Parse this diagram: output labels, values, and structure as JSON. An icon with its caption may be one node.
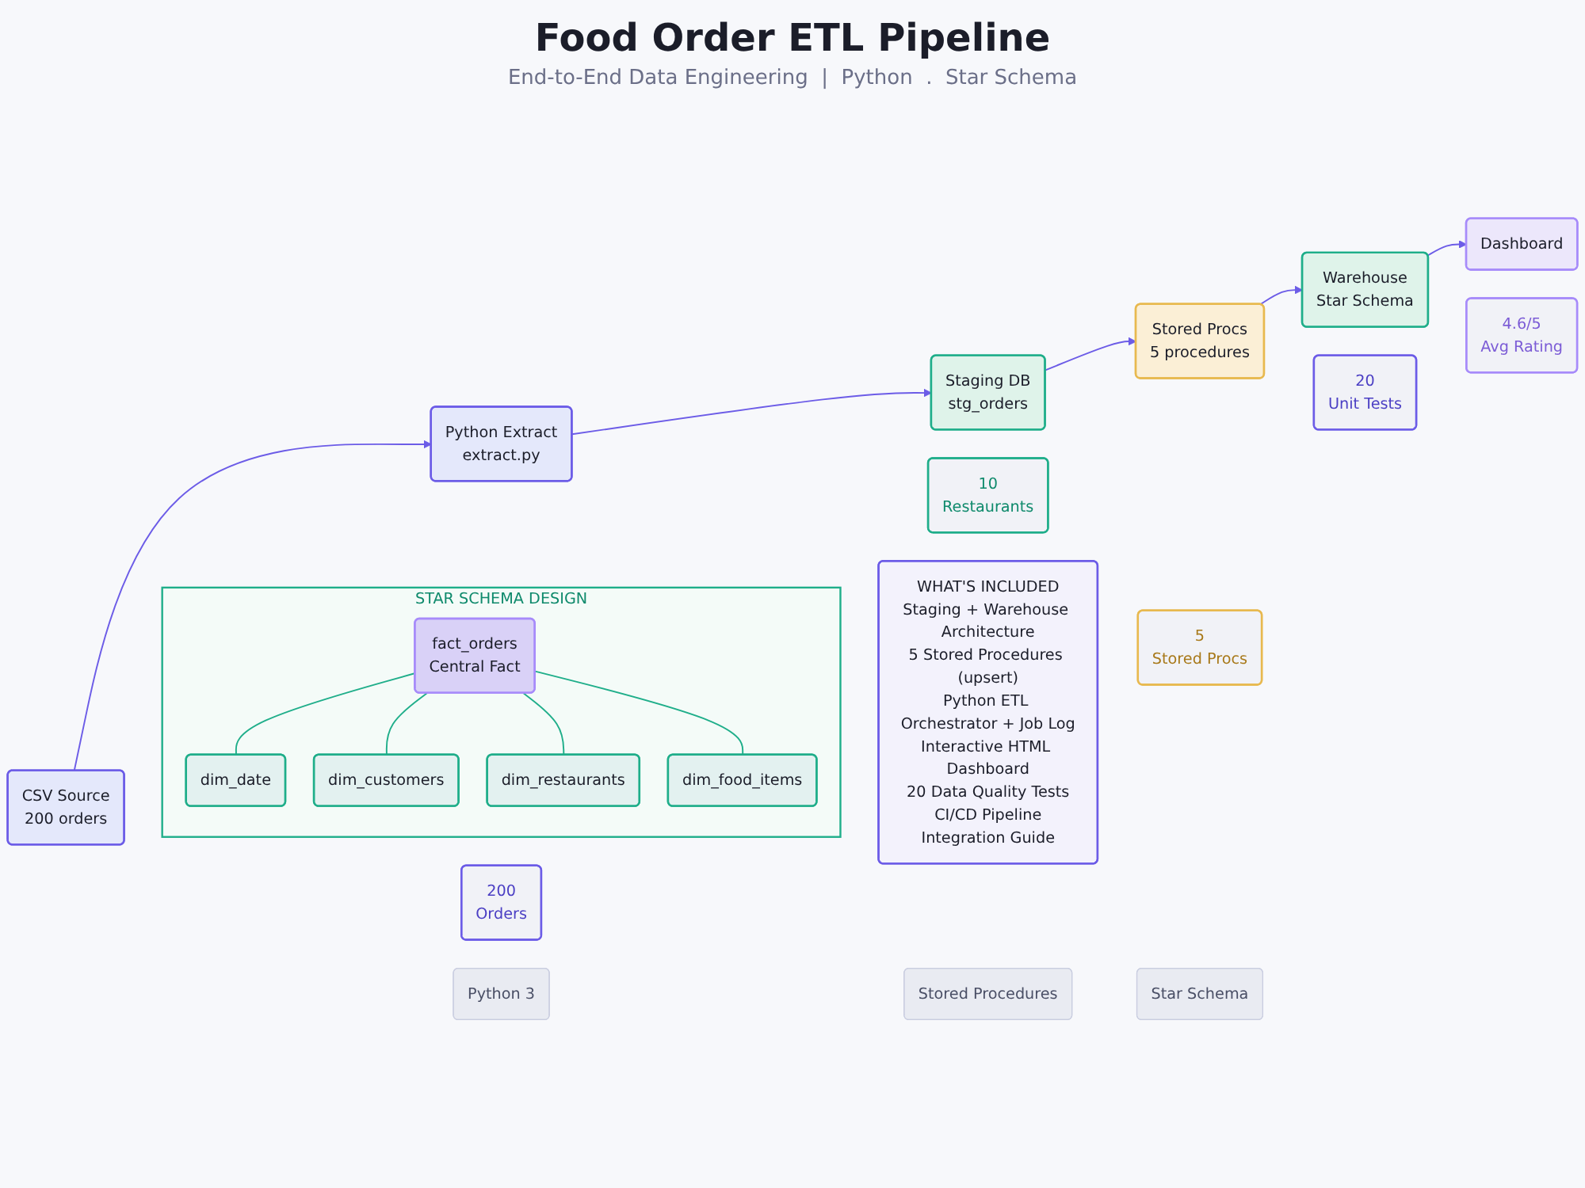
{
  "diagram": {
    "title": "Food Order ETL Pipeline",
    "nodes": [
      {
        "text": [
          "CSV Source",
          "200 orders"
        ]
      },
      {
        "text": [
          "Python Extract",
          "extract.py"
        ]
      },
      {
        "text": [
          "Staging DB",
          "stg_orders"
        ]
      },
      {
        "text": [
          "Stored Procs",
          "5 procedures"
        ]
      },
      {
        "text": [
          "Warehouse",
          "Star Schema"
        ]
      },
      {
        "text": [
          "Dashboard"
        ]
      },
      {
        "text": [
          "200",
          "Orders"
        ]
      },
      {
        "text": [
          "10",
          "Restaurants"
        ]
      },
      {
        "text": [
          "5",
          "Stored Procs"
        ]
      },
      {
        "text": [
          "20",
          "Unit Tests"
        ]
      },
      {
        "text": [
          "4.6/5",
          "Avg Rating"
        ]
      },
      {
        "text": [
          "STAR SCHEMA DESIGN"
        ]
      },
      {
        "text": [
          "dim_date"
        ],
        "in": 11
      },
      {
        "text": [
          "dim_customers"
        ],
        "in": 11
      },
      {
        "text": [
          "fact_orders",
          "Central Fact"
        ],
        "in": 11
      },
      {
        "text": [
          "dim_restaurants"
        ],
        "in": 11
      },
      {
        "text": [
          "dim_food_items"
        ],
        "in": 11
      },
      {
        "text": [
          "WHAT'S INCLUDED",
          "Staging + Warehouse Architecture",
          "5 Stored Procedures (upsert)",
          "Python ETL Orchestrator + Job Log",
          "Interactive HTML Dashboard",
          "20 Data Quality Tests",
          "CI/CD Pipeline",
          "Integration Guide"
        ]
      },
      {
        "text": [
          "Python 3"
        ]
      },
      {
        "text": [
          "Stored Procedures"
        ]
      },
      {
        "text": [
          "Star Schema"
        ]
      }
    ],
    "edges": [
      {
        "from": 0,
        "to": 1,
        "arrow": "to"
      },
      {
        "from": 1,
        "to": 2,
        "arrow": "to"
      },
      {
        "from": 2,
        "to": 3,
        "arrow": "to"
      },
      {
        "from": 3,
        "to": 4,
        "arrow": "to"
      },
      {
        "from": 4,
        "to": 5,
        "arrow": "to"
      },
      {
        "from": 14,
        "to": 12,
        "arrow": "none",
        "color": "#1fae8a"
      },
      {
        "from": 14,
        "to": 13,
        "arrow": "none",
        "color": "#1fae8a"
      },
      {
        "from": 14,
        "to": 15,
        "arrow": "none",
        "color": "#1fae8a"
      },
      {
        "from": 14,
        "to": 16,
        "arrow": "none",
        "color": "#1fae8a"
      }
    ],
    "labels": [
      "End-to-End Data Engineering  |  Python  .  Star Schema"
    ]
  }
}
